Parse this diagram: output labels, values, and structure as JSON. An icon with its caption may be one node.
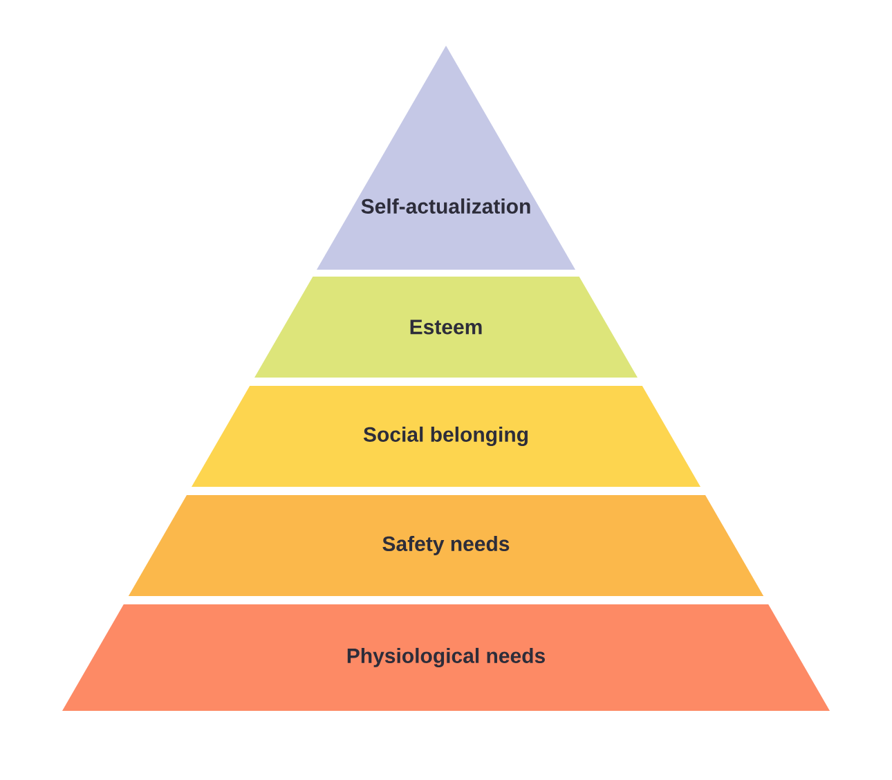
{
  "diagram": {
    "nodes": [
      {
        "text": [
          "Self-actualization"
        ]
      },
      {
        "text": [
          "Esteem"
        ]
      },
      {
        "text": [
          "Social belonging"
        ]
      },
      {
        "text": [
          "Safety needs"
        ]
      },
      {
        "text": [
          "Physiological needs"
        ]
      }
    ]
  }
}
